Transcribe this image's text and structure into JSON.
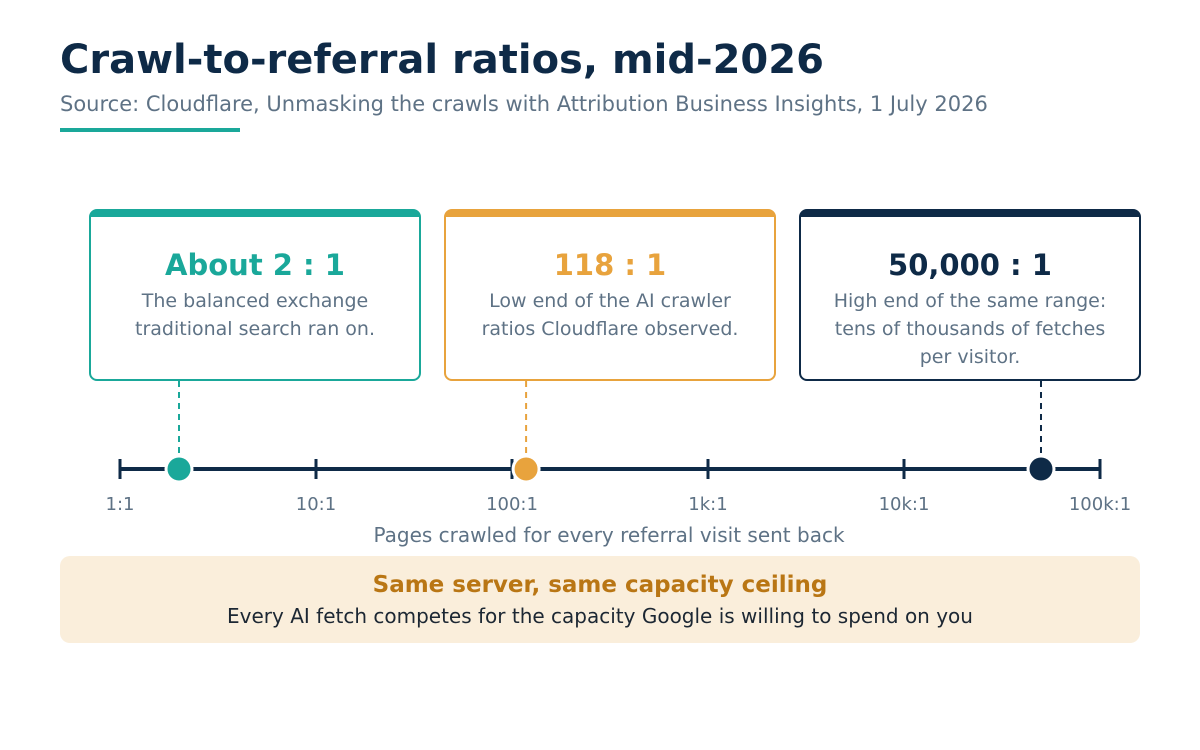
{
  "header": {
    "title": "Crawl-to-referral ratios, mid-2026",
    "subtitle": "Source: Cloudflare, Unmasking the crawls with Attribution Business Insights, 1 July 2026"
  },
  "colors": {
    "teal": "#1aa89a",
    "orange": "#e8a33d",
    "navy": "#0e2a47",
    "muted_text": "#5e7285",
    "callout_bg": "#faeedb",
    "callout_title": "#b97614"
  },
  "cards": [
    {
      "ratio": "About 2 : 1",
      "description": "The balanced exchange traditional search ran on.",
      "color": "#1aa89a"
    },
    {
      "ratio": "118 : 1",
      "description": "Low end of the AI crawler ratios Cloudflare observed.",
      "color": "#e8a33d"
    },
    {
      "ratio": "50,000 : 1",
      "description": "High end of the same range: tens of thousands of fetches per visitor.",
      "color": "#0e2a47"
    }
  ],
  "chart_data": {
    "type": "scatter",
    "scale": "log",
    "xlim": [
      1,
      100000
    ],
    "ticks": [
      {
        "value": 1,
        "label": "1:1"
      },
      {
        "value": 10,
        "label": "10:1"
      },
      {
        "value": 100,
        "label": "100:1"
      },
      {
        "value": 1000,
        "label": "1k:1"
      },
      {
        "value": 10000,
        "label": "10k:1"
      },
      {
        "value": 100000,
        "label": "100k:1"
      }
    ],
    "points": [
      {
        "value": 2,
        "color": "#1aa89a"
      },
      {
        "value": 118,
        "color": "#e8a33d"
      },
      {
        "value": 50000,
        "color": "#0e2a47"
      }
    ],
    "xlabel": "Pages crawled for every referral visit sent back"
  },
  "callout": {
    "title": "Same server, same capacity ceiling",
    "body": "Every AI fetch competes for the capacity Google is willing to spend on you"
  }
}
